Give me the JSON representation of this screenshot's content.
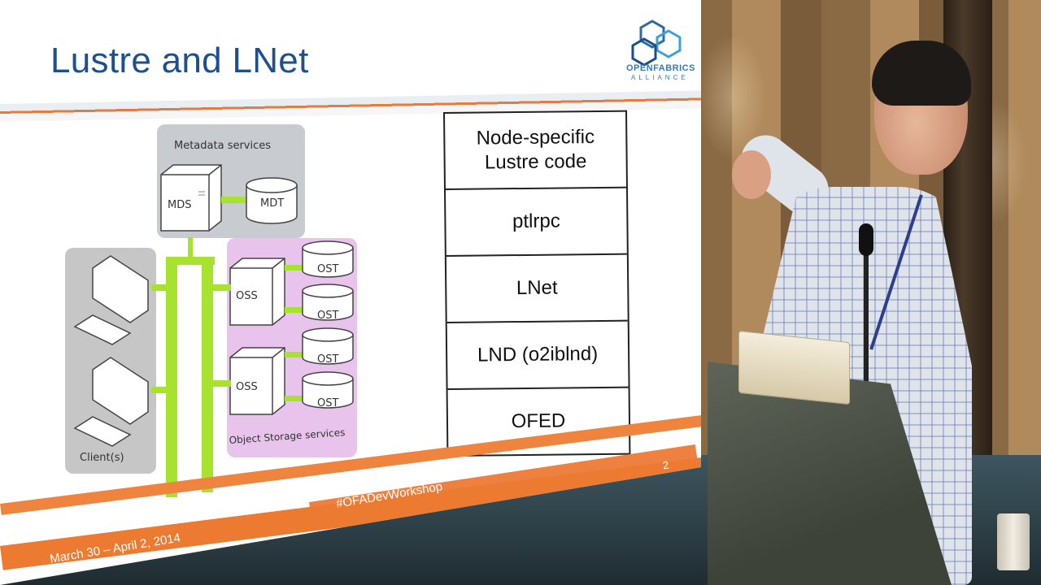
{
  "slide": {
    "title": "Lustre and LNet",
    "page_number": "2",
    "hashtag": "#OFADevWorkshop",
    "date": "March 30 – April 2, 2014",
    "logo": {
      "name": "OPENFABRICS",
      "sub": "ALLIANCE"
    }
  },
  "diagram": {
    "metadata_group_label": "Metadata services",
    "mds_label": "MDS",
    "mdt_label": "MDT",
    "oss_labels": [
      "OSS",
      "OSS"
    ],
    "ost_labels": [
      "OST",
      "OST",
      "OST",
      "OST"
    ],
    "object_storage_label": "Object Storage services",
    "clients_label": "Client(s)",
    "colors": {
      "network": "#a6e22e",
      "metadata_group": "#c8ccd0",
      "object_group": "#e8c4ec",
      "client_group": "#c6c6c6"
    }
  },
  "stack": {
    "layers": [
      "Node-specific Lustre code",
      "ptlrpc",
      "LNet",
      "LND (o2iblnd)",
      "OFED"
    ]
  },
  "colors": {
    "title": "#1f4f8c",
    "accent": "#ee7b36"
  }
}
